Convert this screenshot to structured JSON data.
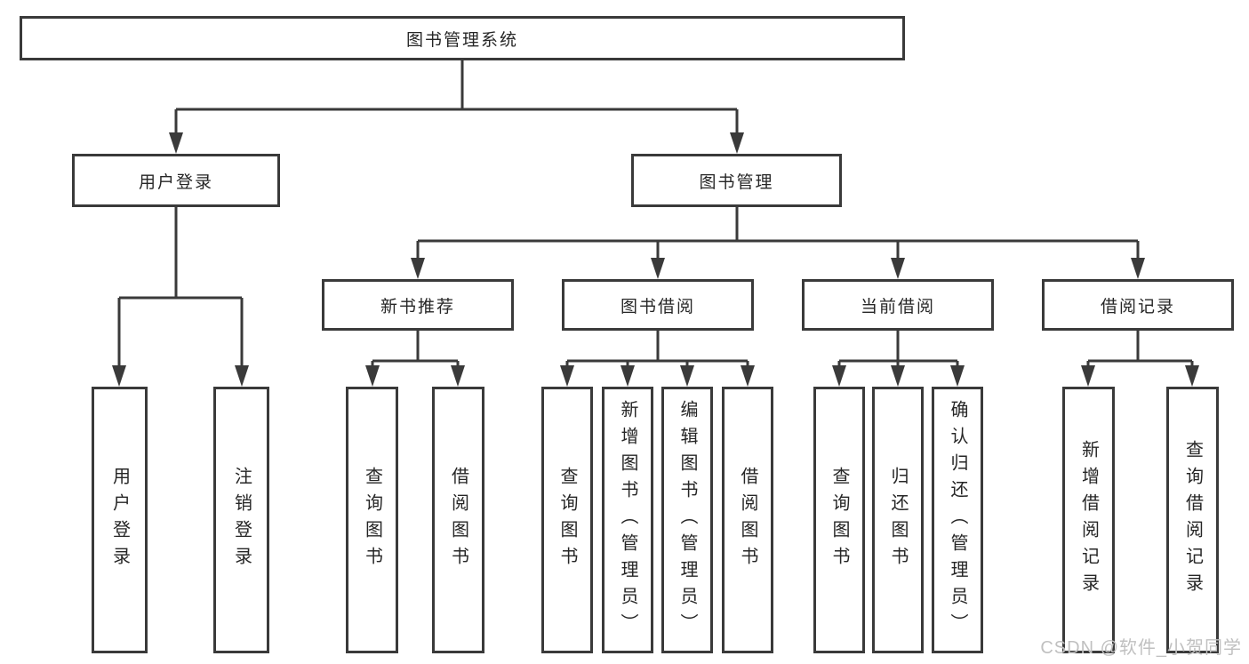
{
  "colors": {
    "line": "#3a3a3a",
    "text": "#262626",
    "boxbg": "#ffffff",
    "pagebg": "#ffffff",
    "watermark": "#c0c0c0"
  },
  "watermark": {
    "text": "CSDN @软件_小贺同学"
  },
  "tree": {
    "root": {
      "label": "图书管理系统"
    },
    "branches": [
      {
        "label": "用户登录",
        "leaves": [
          {
            "label": "用户登录"
          },
          {
            "label": "注销登录"
          }
        ]
      },
      {
        "label": "图书管理",
        "children": [
          {
            "label": "新书推荐",
            "leaves": [
              {
                "label": "查询图书"
              },
              {
                "label": "借阅图书"
              }
            ]
          },
          {
            "label": "图书借阅",
            "leaves": [
              {
                "label": "查询图书"
              },
              {
                "label": "新增图书（管理员）"
              },
              {
                "label": "编辑图书（管理员）"
              },
              {
                "label": "借阅图书"
              }
            ]
          },
          {
            "label": "当前借阅",
            "leaves": [
              {
                "label": "查询图书"
              },
              {
                "label": "归还图书"
              },
              {
                "label": "确认归还（管理员）"
              }
            ]
          },
          {
            "label": "借阅记录",
            "leaves": [
              {
                "label": "新增借阅记录"
              },
              {
                "label": "查询借阅记录"
              }
            ]
          }
        ]
      }
    ]
  }
}
